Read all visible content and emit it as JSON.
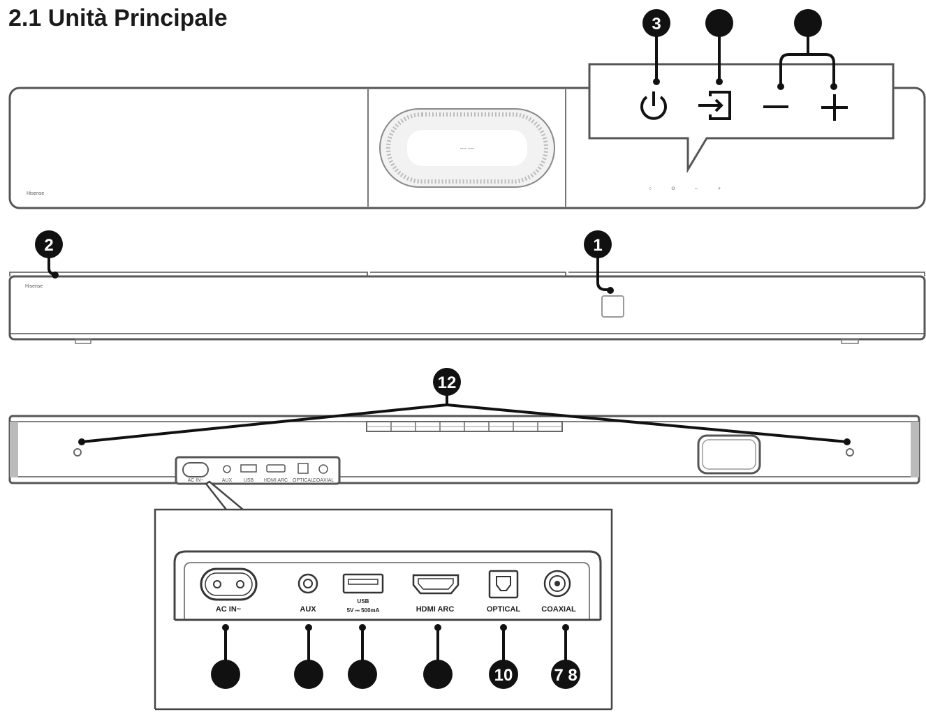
{
  "heading": "2.1 Unità Principale",
  "device_text": {
    "brand": "Hisense",
    "display": "---- ----",
    "led_symbols": [
      "○",
      "⊙",
      "–",
      "+"
    ]
  },
  "rear_labels": [
    "AC IN~",
    "AUX",
    "USB",
    "HDMI ARC",
    "OPTICAL",
    "COAXIAL"
  ],
  "ports": [
    {
      "label": "AC IN~",
      "sub": ""
    },
    {
      "label": "AUX",
      "sub": ""
    },
    {
      "label": "USB",
      "sub": "5V ⎓ 500mA"
    },
    {
      "label": "HDMI ARC",
      "sub": ""
    },
    {
      "label": "OPTICAL",
      "sub": ""
    },
    {
      "label": "COAXIAL",
      "sub": ""
    }
  ],
  "callouts": {
    "front_sensor": "1",
    "display": "2",
    "power": "3",
    "input": "",
    "volume": "",
    "wall_mount": "12",
    "ac_in": "",
    "aux": "",
    "usb": "",
    "hdmi": "",
    "optical": "10",
    "coaxial": "7  8"
  },
  "icons": [
    "power-icon",
    "source-input-icon",
    "volume-down-icon",
    "volume-up-icon"
  ],
  "colors": {
    "callout": "#111111",
    "outline": "#555555"
  }
}
